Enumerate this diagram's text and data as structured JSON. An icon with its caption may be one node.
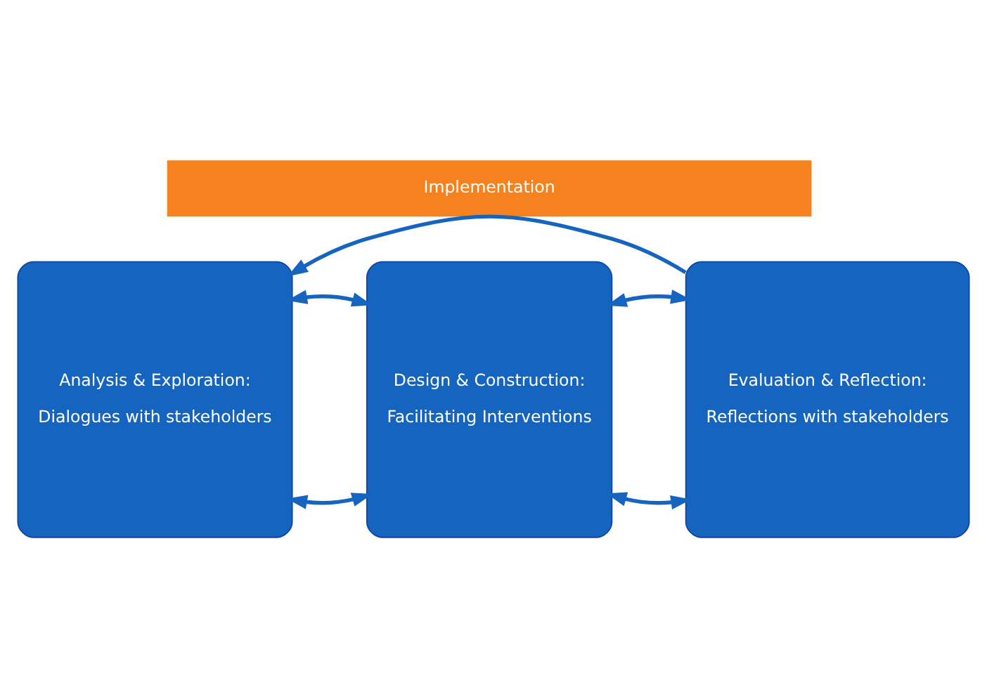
{
  "diagram": {
    "nodes": [
      {
        "text": [
          "Implementation"
        ]
      },
      {
        "text": [
          "Analysis & Exploration:",
          "Dialogues with stakeholders"
        ]
      },
      {
        "text": [
          "Design & Construction:",
          "Facilitating Interventions"
        ]
      },
      {
        "text": [
          "Evaluation & Reflection:",
          "Reflections with stakeholders"
        ]
      }
    ],
    "edges": [
      {
        "from": 1,
        "to": 2,
        "arrow": "both"
      },
      {
        "from": 1,
        "to": 2,
        "arrow": "both"
      },
      {
        "from": 2,
        "to": 3,
        "arrow": "both"
      },
      {
        "from": 2,
        "to": 3,
        "arrow": "both"
      },
      {
        "from": 3,
        "to": 1,
        "arrow": "to"
      }
    ]
  }
}
